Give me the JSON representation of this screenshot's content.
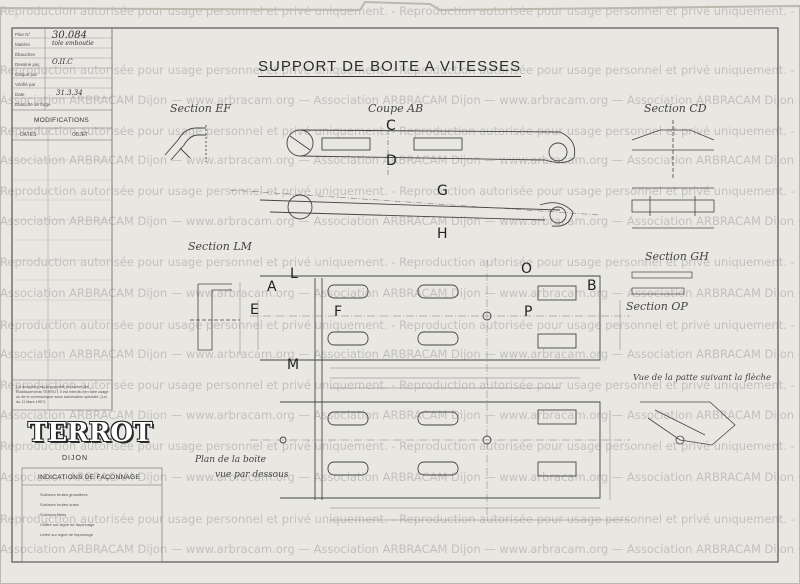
{
  "drawing": {
    "title": "SUPPORT DE BOITE A VITESSES",
    "plan_number": "30.084",
    "title_block_labels": [
      "Plan N°",
      "Matière",
      "Ébauches",
      "Dessiné par",
      "Calqué par",
      "Vérifié par",
      "Date",
      "Ébauche de forge"
    ],
    "title_block_values": [
      "30.084",
      "tole emboutie",
      "",
      "O.II.C",
      "",
      "",
      "31.3.34",
      ""
    ],
    "modifications_label": "MODIFICATIONS",
    "dates_label": "DATES",
    "objet_label": "OBJET",
    "property_note": "Ce document est la propriété exclusive des Établissements TERROT. Il est interdit d'en faire usage ou de le communiquer sans autorisation spéciale. (Loi du 11 Mars 1957)",
    "company": "TERROT",
    "city": "DIJON",
    "indications_title": "INDICATIONS DE FAÇONNAGE",
    "indications": [
      "Surfaces brutes grossières",
      "Surfaces brutes unies",
      "Surfaces finies",
      "Chiffre sur signe de façonnage",
      "Lettre sur signe de façonnage"
    ]
  },
  "views": {
    "section_ef": "Section EF",
    "coupe_ab": "Coupe AB",
    "section_cd": "Section CD",
    "section_lm": "Section LM",
    "section_gh": "Section GH",
    "section_op": "Section OP",
    "plan_note": "Plan de la boite",
    "plan_note2": "vue par dessous",
    "view_note": "Vue de la patte suivant la flèche"
  },
  "letters": {
    "c": "C",
    "d": "D",
    "g": "G",
    "h": "H",
    "a": "A",
    "l": "L",
    "e": "E",
    "f": "F",
    "m": "M",
    "o": "O",
    "p": "P",
    "b": "B"
  },
  "watermark": {
    "line1": "Association ARBRACAM Dijon — www.arbracam.org — Association ARBRACAM Dijon — www.arbracam.org — Association ARBRACAM Dijon — www.arbracam.org",
    "line2": "Reproduction autorisée pour usage personnel et privé uniquement. - Reproduction autorisée pour usage personnel et privé uniquement. - Reproduction autorisée pour usage personnel et privé uniquement."
  },
  "colors": {
    "paper": "#e9e7e2",
    "ink": "#2b2b2b",
    "watermark": "#8a8a8a"
  }
}
